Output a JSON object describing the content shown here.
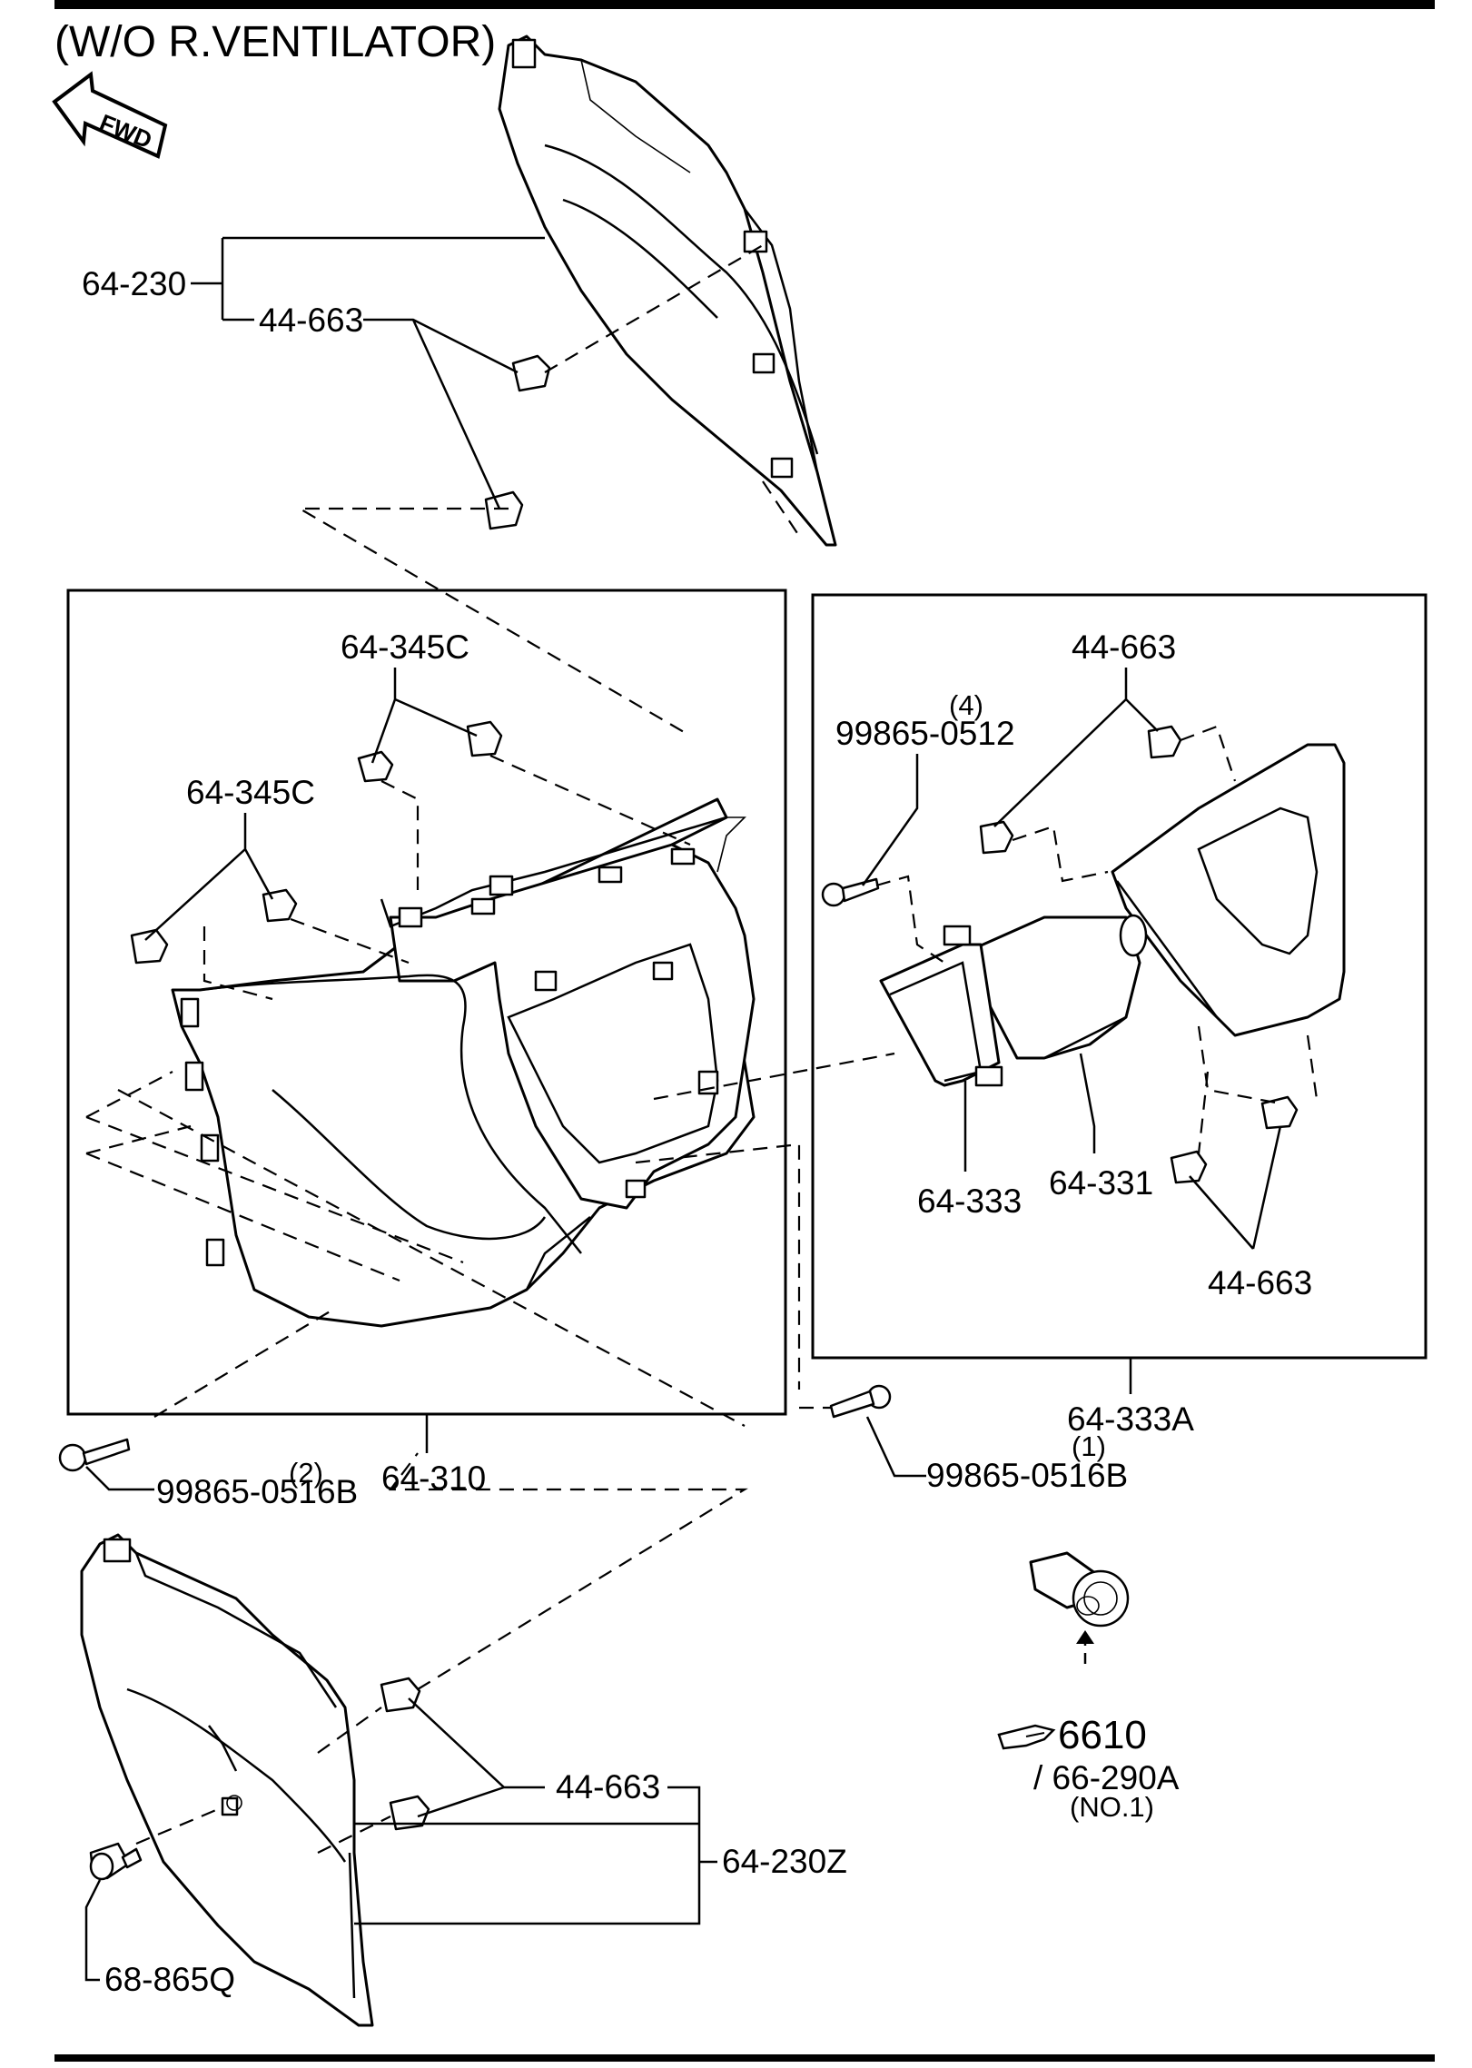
{
  "header": {
    "title": "(W/O R.VENTILATOR)"
  },
  "direction": {
    "fwd_label": "FWD"
  },
  "callouts": {
    "upper_panel": "64-230",
    "upper_clip": "44-663",
    "left_clip_top": "64-345C",
    "left_clip_mid": "64-345C",
    "right_clip_top": "44-663",
    "screw_right_box_qty": "(4)",
    "screw_right_box": "99865-0512",
    "bracket": "64-333",
    "socket_bezel": "64-331",
    "right_clip_bottom": "44-663",
    "right_box_assembly": "64-333A",
    "screw_left_qty": "(2)",
    "screw_left": "99865-0516B",
    "console": "64-310",
    "screw_mid_qty": "(1)",
    "screw_mid": "99865-0516B",
    "lower_clip": "44-663",
    "lower_panel": "64-230Z",
    "fastener": "68-865Q",
    "ref_group": "6610",
    "ref_part": "/ 66-290A",
    "ref_note": "(NO.1)"
  },
  "icons": [
    "fwd-arrow-icon",
    "pointing-hand-icon"
  ]
}
